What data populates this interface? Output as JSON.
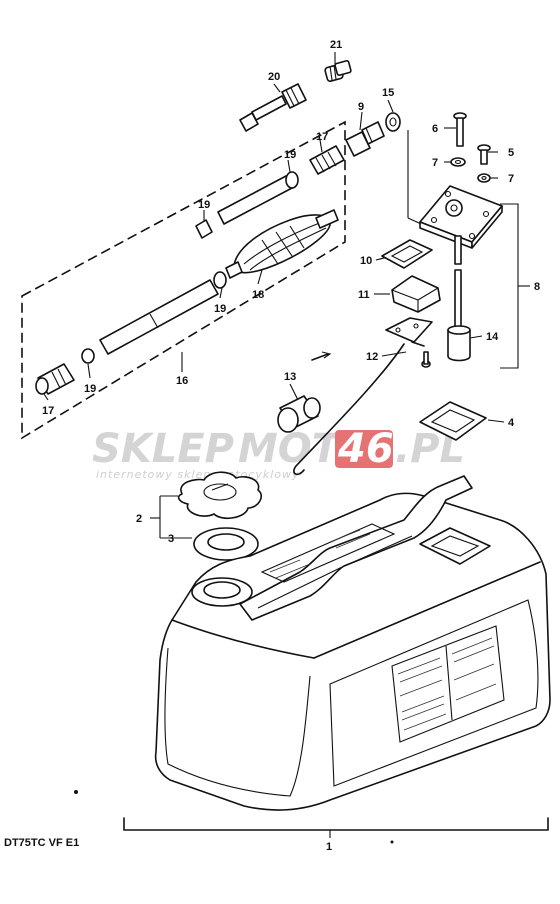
{
  "diagram_title": "DT75TC VF E1",
  "watermark": {
    "brand_part1": "SKLEP",
    "brand_part2": "MOTO",
    "brand_number": "46",
    "brand_suffix": ".PL",
    "tagline": "internetowy sklep motocyklowy",
    "colors": {
      "gray": "#d4d4d4",
      "red": "#e57373"
    }
  },
  "callouts": {
    "c1": "1",
    "c2": "2",
    "c3": "3",
    "c4": "4",
    "c5": "5",
    "c6": "6",
    "c7a": "7",
    "c7b": "7",
    "c8": "8",
    "c9": "9",
    "c10": "10",
    "c11": "11",
    "c12": "12",
    "c13": "13",
    "c14": "14",
    "c15": "15",
    "c16": "16",
    "c17a": "17",
    "c17b": "17",
    "c18": "18",
    "c19a": "19",
    "c19b": "19",
    "c19c": "19",
    "c19d": "19",
    "c20": "20",
    "c21": "21"
  }
}
